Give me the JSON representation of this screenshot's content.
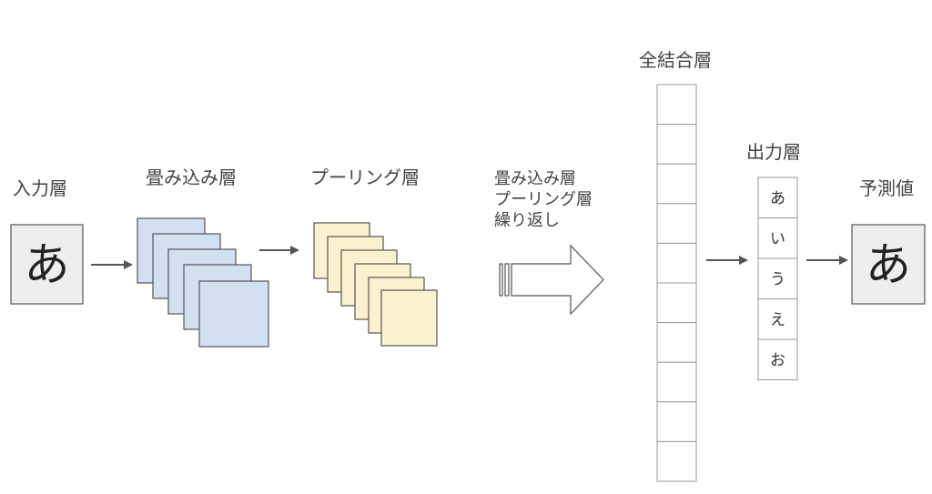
{
  "labels": {
    "input_layer": "入力層",
    "conv_layer": "畳み込み層",
    "pooling_layer": "プーリング層",
    "repeat_line1": "畳み込み層",
    "repeat_line2": "プーリング層",
    "repeat_line3": "繰り返し",
    "fc_layer": "全結合層",
    "output_layer": "出力層",
    "prediction": "予測値"
  },
  "input_char": "あ",
  "prediction_char": "あ",
  "output_classes": [
    "あ",
    "い",
    "う",
    "え",
    "お"
  ],
  "colors": {
    "conv_fill": "#d3e0f1",
    "pool_fill": "#fcf1cf",
    "box_fill": "#eeeeee",
    "arrow": "#555555",
    "border": "#555555",
    "fc_border": "#9a9a9a"
  }
}
